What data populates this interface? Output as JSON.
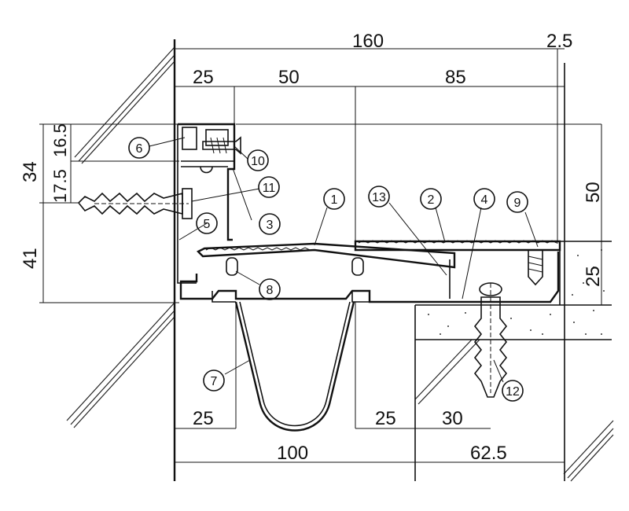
{
  "dimensions": {
    "top": {
      "total": "160",
      "edge": "2.5",
      "left": "25",
      "mid": "50",
      "right": "85"
    },
    "left": {
      "a": "34",
      "b": "16.5",
      "c": "17.5",
      "d": "41"
    },
    "right": {
      "a": "50",
      "b": "25"
    },
    "bottom": {
      "left": "25",
      "mid1": "25",
      "mid2": "30",
      "total_left": "100",
      "total_right": "62.5"
    }
  },
  "callouts": [
    {
      "id": "1",
      "glyph": "①"
    },
    {
      "id": "2",
      "glyph": "②"
    },
    {
      "id": "3",
      "glyph": "③"
    },
    {
      "id": "4",
      "glyph": "④"
    },
    {
      "id": "5",
      "glyph": "⑤"
    },
    {
      "id": "6",
      "glyph": "⑥"
    },
    {
      "id": "7",
      "glyph": "⑦"
    },
    {
      "id": "8",
      "glyph": "⑧"
    },
    {
      "id": "9",
      "glyph": "⑨"
    },
    {
      "id": "10",
      "glyph": "⑩"
    },
    {
      "id": "11",
      "glyph": "⑪"
    },
    {
      "id": "12",
      "glyph": "⑫"
    },
    {
      "id": "13",
      "glyph": "⑬"
    }
  ]
}
